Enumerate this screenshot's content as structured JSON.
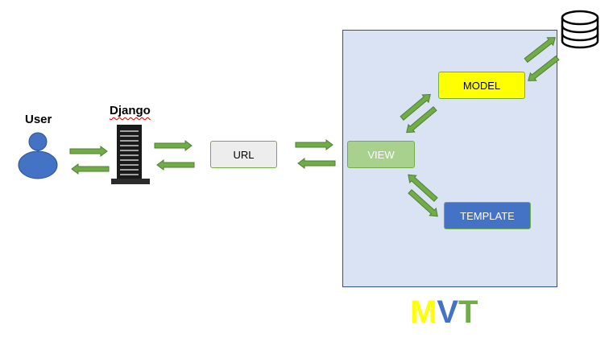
{
  "user_label": "User",
  "django_label": "Django",
  "components": {
    "url": "URL",
    "view": "VIEW",
    "model": "MODEL",
    "template": "TEMPLATE"
  },
  "mvt_letters": [
    "M",
    "V",
    "T"
  ],
  "icons": {
    "user": "user-person-icon",
    "server": "server-rack-icon",
    "database": "database-cylinder-icon"
  },
  "colors": {
    "arrow": "#70ad47",
    "panel": "#dae3f3",
    "model": "#ffff00",
    "view": "#a9d18e",
    "template": "#4472c4",
    "url": "#ededed",
    "user": "#4472c4"
  }
}
